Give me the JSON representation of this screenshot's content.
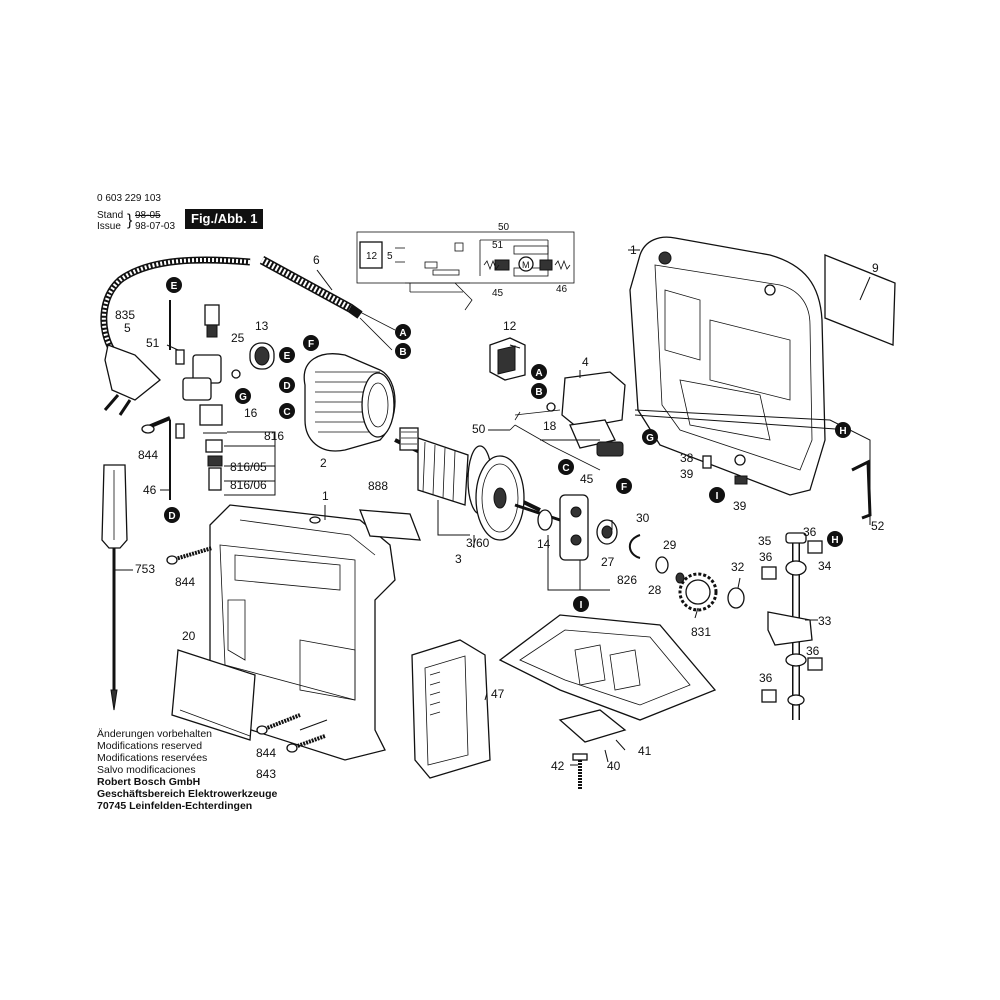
{
  "header": {
    "part_number": "0 603 229 103",
    "stand_label": "Stand",
    "stand_value": "98-05",
    "issue_label": "Issue",
    "issue_value": "98-07-03",
    "figure_label": "Fig./Abb. 1"
  },
  "notes": {
    "line1": "Änderungen vorbehalten",
    "line2": "Modifications reserved",
    "line3": "Modifications reservées",
    "line4": "Salvo modificaciones",
    "company1": "Robert Bosch GmbH",
    "company2": "Geschäftsbereich Elektrowerkzeuge",
    "company3": "70745 Leinfelden-Echterdingen"
  },
  "schematic": {
    "l50": "50",
    "l12": "12",
    "l5": "5",
    "l51": "51",
    "lm": "M",
    "l45": "45",
    "l46": "46"
  },
  "parts": {
    "p1_top": "1",
    "p1_bottom": "1",
    "p2": "2",
    "p3": "3",
    "p3_60": "3/60",
    "p4": "4",
    "p5": "5",
    "p6": "6",
    "p9": "9",
    "p12": "12",
    "p13": "13",
    "p14": "14",
    "p16": "16",
    "p18": "18",
    "p20": "20",
    "p25": "25",
    "p27": "27",
    "p28": "28",
    "p29": "29",
    "p30": "30",
    "p32": "32",
    "p33": "33",
    "p34": "34",
    "p35": "35",
    "p36a": "36",
    "p36b": "36",
    "p36c": "36",
    "p36d": "36",
    "p38": "38",
    "p39a": "39",
    "p39b": "39",
    "p40": "40",
    "p41": "41",
    "p42": "42",
    "p45": "45",
    "p46": "46",
    "p47": "47",
    "p50": "50",
    "p51": "51",
    "p52": "52",
    "p753": "753",
    "p816": "816",
    "p816_05": "816/05",
    "p816_06": "816/06",
    "p826": "826",
    "p831": "831",
    "p835": "835",
    "p843": "843",
    "p844a": "844",
    "p844b": "844",
    "p844c": "844",
    "p888": "888"
  },
  "markers": {
    "A": "A",
    "B": "B",
    "C": "C",
    "D": "D",
    "E": "E",
    "F": "F",
    "G": "G",
    "H": "H",
    "I": "I"
  }
}
